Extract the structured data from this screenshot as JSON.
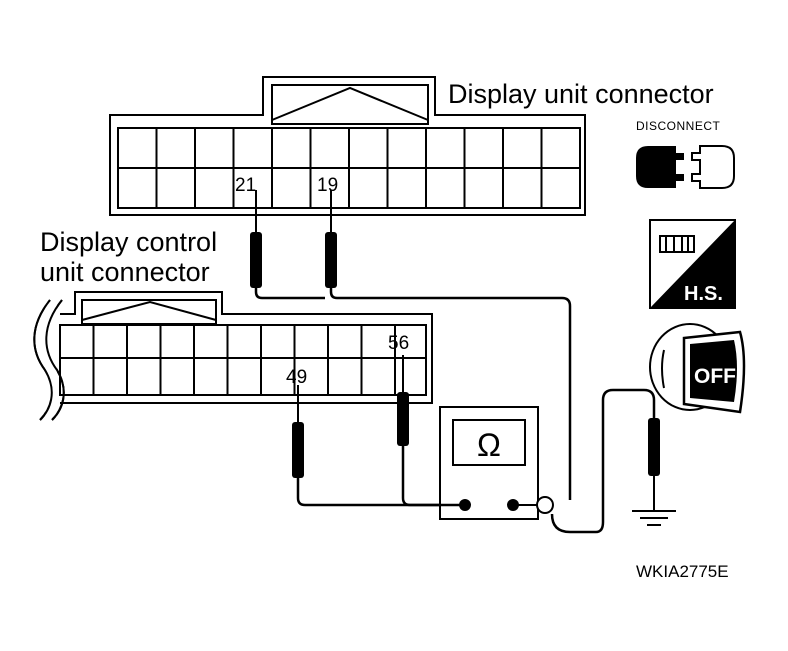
{
  "diagram": {
    "display_unit_connector_label": "Display unit connector",
    "display_control_label_line1": "Display control",
    "display_control_label_line2": "unit connector",
    "pins": {
      "display_unit_a": "21",
      "display_unit_b": "19",
      "control_unit_a": "49",
      "control_unit_b": "56"
    },
    "meter_symbol": "Ω",
    "icons": {
      "disconnect_label": "DISCONNECT",
      "harness_side_label": "H.S.",
      "ignition_label": "OFF"
    },
    "figure_code": "WKIA2775E"
  }
}
